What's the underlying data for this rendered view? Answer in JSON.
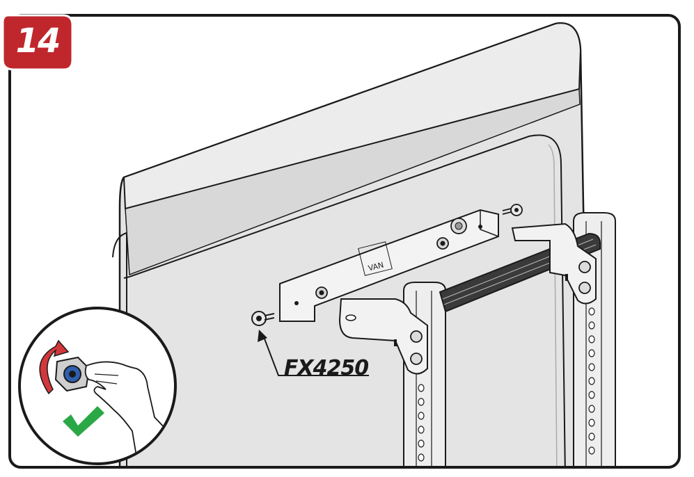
{
  "step": {
    "number": "14",
    "badge_color": "#c0272d"
  },
  "callout": {
    "part_code": "FX4250"
  },
  "bracket": {
    "brand": "VAN"
  },
  "inset": {
    "check_color": "#2aa845",
    "arrow_color": "#d2373c",
    "icons": [
      "rotate-arrow-icon",
      "locknut-icon",
      "hand-icon",
      "checkmark-icon"
    ]
  },
  "colors": {
    "panel": "#e3e3e3",
    "outline": "#1a1a1a",
    "metal": "#f2f2f2"
  }
}
